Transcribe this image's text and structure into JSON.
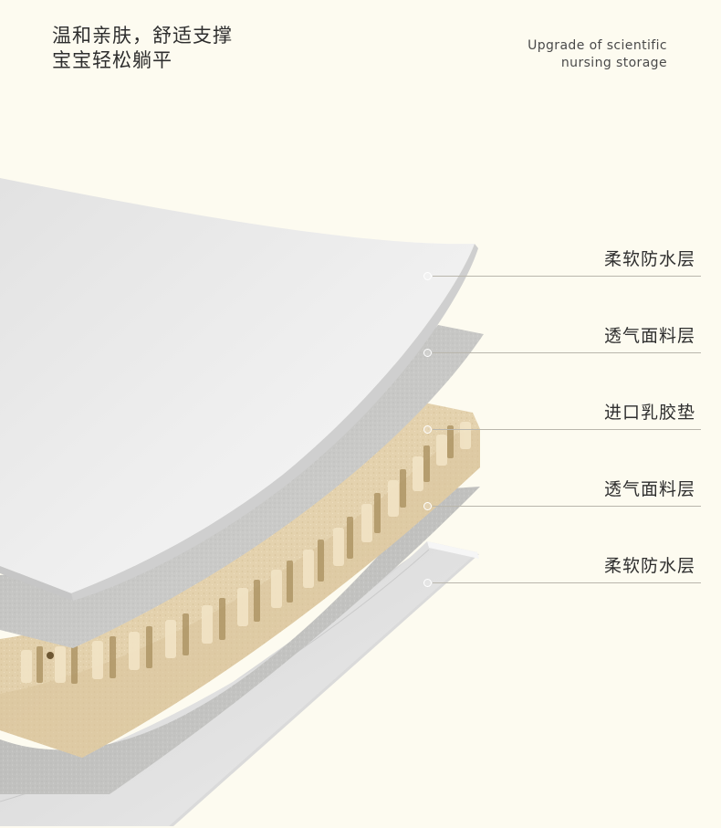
{
  "headline": {
    "line1": "温和亲肤，舒适支撑",
    "line2": "宝宝轻松躺平"
  },
  "subline": {
    "line1": "Upgrade of scientific",
    "line2": "nursing storage"
  },
  "layers": [
    {
      "label": "柔软防水层"
    },
    {
      "label": "透气面料层"
    },
    {
      "label": "进口乳胶垫"
    },
    {
      "label": "透气面料层"
    },
    {
      "label": "柔软防水层"
    }
  ],
  "colors": {
    "background": "#fdfbf0",
    "waterproof_layer": "#e9e9e9",
    "fabric_layer": "#c9c9c7",
    "latex_layer": "#e6d5b2",
    "leader_line": "#b9b6ac",
    "label_text": "#2f2f2f"
  }
}
